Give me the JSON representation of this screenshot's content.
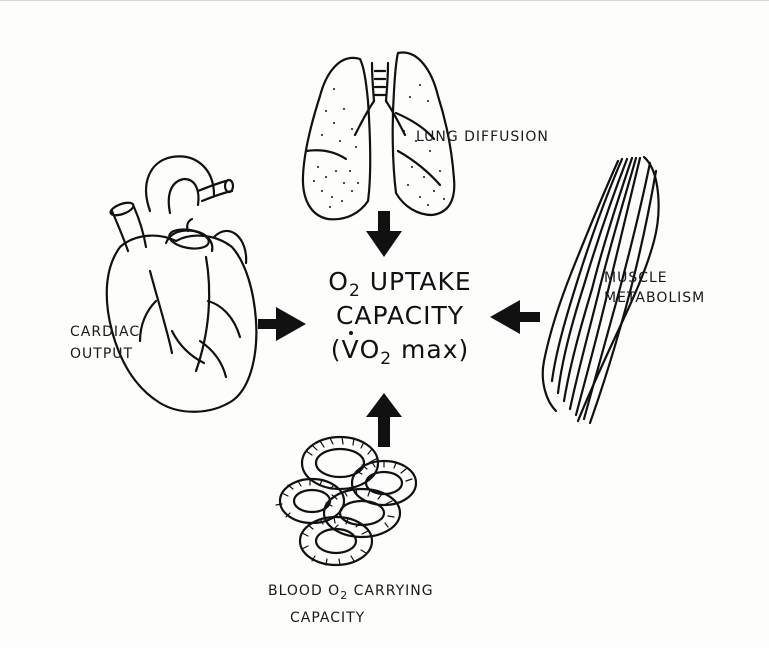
{
  "labels": {
    "lung": "LUNG DIFFUSION",
    "cardiac_1": "CARDIAC",
    "cardiac_2": "OUTPUT",
    "muscle_1": "MUSCLE",
    "muscle_2": "METABOLISM",
    "blood_1a": "BLOOD O",
    "blood_1sub": "2",
    "blood_1b": " CARRYING",
    "blood_2": "CAPACITY"
  },
  "center": {
    "line1_a": "O",
    "line1_sub": "2",
    "line1_b": " UPTAKE",
    "line2": "CAPACITY",
    "line3_a": "(",
    "line3_v": "V",
    "line3_o": "O",
    "line3_sub": "2",
    "line3_b": " max)"
  },
  "icons": [
    "lungs-icon",
    "heart-icon",
    "muscle-icon",
    "red-blood-cells-icon",
    "arrow-down-icon",
    "arrow-right-icon",
    "arrow-left-icon",
    "arrow-up-icon"
  ]
}
